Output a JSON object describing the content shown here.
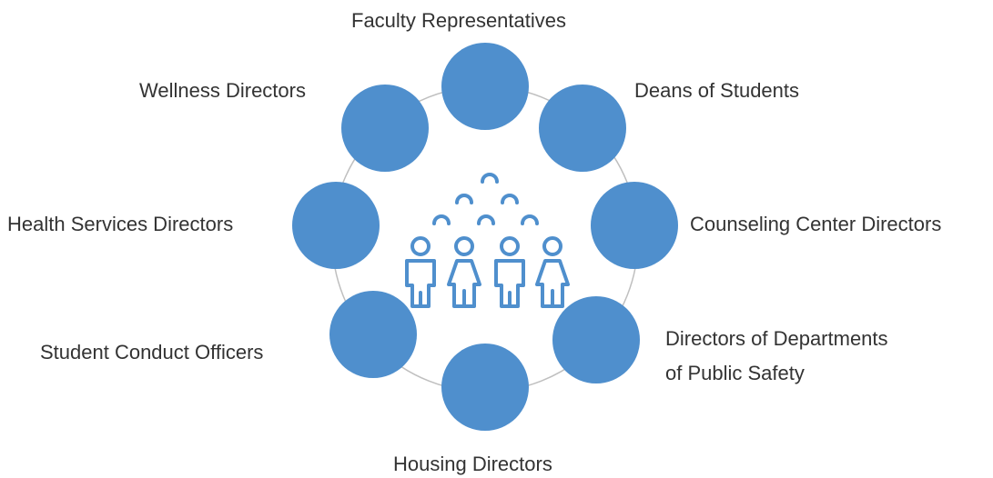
{
  "colors": {
    "node_fill": "#4F8FCD",
    "ring_stroke": "#BFBFBF",
    "label_text": "#333333",
    "icon_stroke": "#4F8FCD"
  },
  "center_icon": "group-of-people-icon",
  "labels": {
    "faculty": "Faculty Representatives",
    "deans": "Deans of Students",
    "counseling": "Counseling Center Directors",
    "public_safety_line1": "Directors of Departments",
    "public_safety_line2": "of Public Safety",
    "housing": "Housing Directors",
    "conduct": "Student Conduct Officers",
    "health": "Health Services Directors",
    "wellness": "Wellness Directors"
  }
}
